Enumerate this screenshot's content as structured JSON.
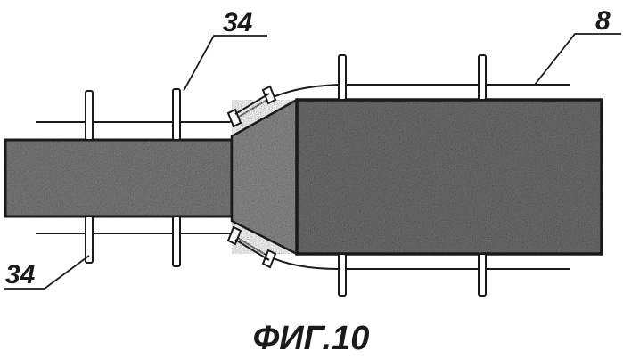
{
  "figure": {
    "caption": "ФИГ.10",
    "labels": {
      "top_left_ref": "34",
      "top_right_ref": "8",
      "bottom_left_ref": "34"
    },
    "colors": {
      "line": "#1a1a1a",
      "background": "#ffffff",
      "stipple_base": "#777777"
    }
  }
}
